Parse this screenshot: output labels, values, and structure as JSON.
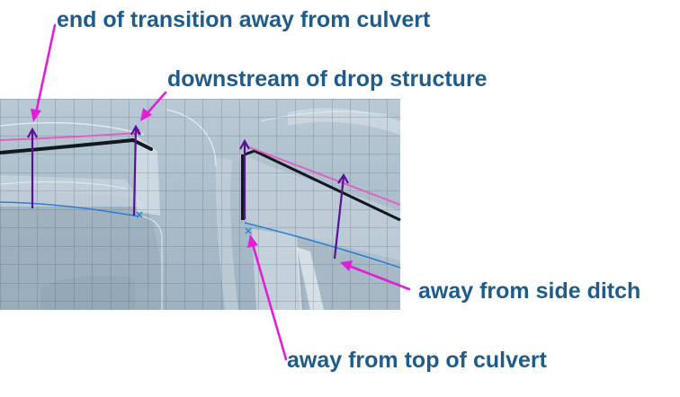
{
  "colors": {
    "label_text": "#1f5c8a",
    "callout_arrow": "#e01fd6",
    "profile_magenta": "#e060c0",
    "profile_blue": "#2a7fd4",
    "offset_arrow": "#5a1098",
    "grid_background": "#a9bccb",
    "grid_lines": "#40505e"
  },
  "labels": {
    "transition_end": "end of transition away from culvert",
    "drop_downstream": "downstream of drop structure",
    "side_ditch": "away from side ditch",
    "culvert_top": "away from top of culvert"
  }
}
